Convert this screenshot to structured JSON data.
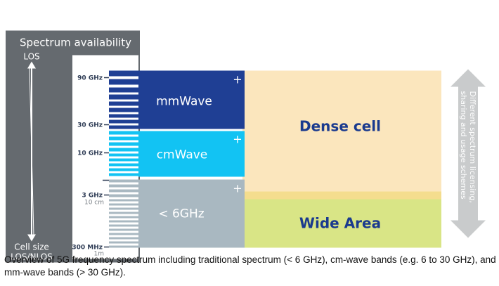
{
  "diagram": {
    "availability_title": "Spectrum availability",
    "top_label": "LOS",
    "bottom_label_1": "Cell size",
    "bottom_label_2": "LOS/NLOS",
    "axis_ticks": [
      "90 GHz",
      "30 GHz",
      "10 GHz",
      "3 GHz",
      "10 cm",
      "300 MHz",
      "1m"
    ],
    "bands": [
      {
        "label": "mmWave",
        "color": "#1f3f94"
      },
      {
        "label": "cmWave",
        "color": "#12c3f3"
      },
      {
        "label": "< 6GHz",
        "color": "#a9b8c1"
      }
    ],
    "plus_symbol": "+",
    "regions": [
      {
        "label": "Dense cell",
        "color": "#fbe6bd"
      },
      {
        "label": "Wide Area",
        "color": "#d9e586"
      }
    ],
    "side_arrow_text_1": "Different spectrum licensing,",
    "side_arrow_text_2": "sharing and usage schemes",
    "colors": {
      "panel": "#656a6f",
      "label_blue": "#1a3a8e",
      "arrow": "#c9cbcc"
    }
  },
  "caption": "Overview of 5G frequency spectrum including traditional spectrum (< 6 GHz), cm-wave bands (e.g. 6 to 30 GHz), and mm-wave bands (> 30 GHz)."
}
